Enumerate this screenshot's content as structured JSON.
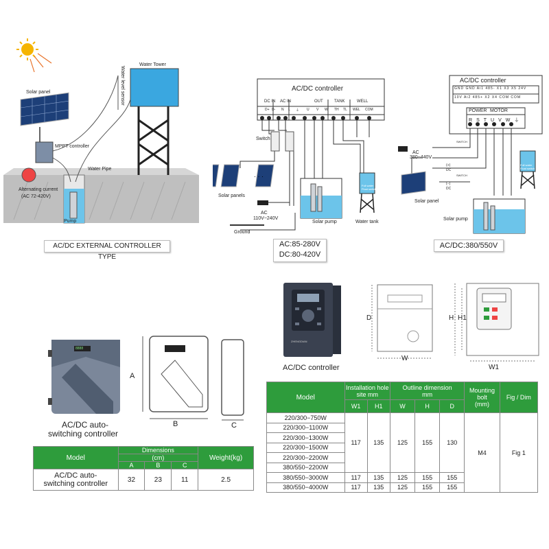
{
  "colors": {
    "table_header": "#2e9c3c",
    "water": "#3aa7e0",
    "controller_dark": "#3a4150"
  },
  "diagram1": {
    "solar_panel": "Solar panel",
    "mppt": "MPPT controller",
    "ac": "Alternating current",
    "ac_range": "(AC 72-420V)",
    "water_tower": "Water Tower",
    "water_level_sensor": "Water level sensor",
    "water_pipe": "Water Pipe",
    "pump": "Pump",
    "caption": "AC/DC EXTERNAL CONTROLLER TYPE"
  },
  "diagram2": {
    "title": "AC/DC controller",
    "groups": [
      "DC IN",
      "AC IN",
      "OUT",
      "TANK",
      "WELL"
    ],
    "terminals": [
      "D+",
      "D-",
      "N",
      "L",
      "⏚",
      "U",
      "V",
      "W",
      "TH",
      "TL",
      "WEL",
      "COM"
    ],
    "switch": "Switch",
    "solar_panels": "Solar panels",
    "ac": "AC",
    "ac_range": "110V~240V",
    "ground": "Ground",
    "solar_pump": "Solar pump",
    "water_tank": "Water tank",
    "full_water": "Full water",
    "float_switch": "Float switch",
    "caption_line1": "AC:85-280V",
    "caption_line2": "DC:80-420V"
  },
  "diagram3": {
    "title": "AC/DC controller",
    "top_row1": [
      "GND",
      "GND",
      "Ai1",
      "485-",
      "X1",
      "X3",
      "X5",
      "24V"
    ],
    "top_row2": [
      "10V",
      "Ai2",
      "485+",
      "X2",
      "X4",
      "COM",
      "COM"
    ],
    "power": "POWER",
    "motor": "MOTOR",
    "terminals": [
      "R",
      "S",
      "T",
      "U",
      "V",
      "W",
      "⏚"
    ],
    "ac": "AC",
    "ac_range": "380~440V",
    "plus_dc": "(+)",
    "dc1": "DC",
    "minus_dc": "(−)",
    "dc2": "DC",
    "switch1": "SWITCH",
    "switch2": "SWITCH",
    "solar_panel": "Solar panel",
    "solar_pump": "Solar pump",
    "full_water": "Full water",
    "float_switch": "Float switch",
    "caption": "AC/DC:380/550V"
  },
  "device_right": {
    "photo_caption": "AC/DC controller",
    "dim_d": "D",
    "dim_w": "W",
    "dim_h": "H",
    "dim_h1": "H1",
    "dim_w1": "W1",
    "brand": "ZHENGDIAN"
  },
  "device_left": {
    "photo_caption_line1": "AC/DC auto-",
    "photo_caption_line2": "switching controller",
    "dim_a": "A",
    "dim_b": "B",
    "dim_c": "C",
    "display_text": "8888"
  },
  "table_left": {
    "h_model": "Model",
    "h_dimensions": "Dimensions",
    "h_cm": "(cm)",
    "h_weight": "Weight(kg)",
    "sub": [
      "A",
      "B",
      "C"
    ],
    "row_model_line1": "AC/DC auto-",
    "row_model_line2": "switching controller",
    "a": "32",
    "b": "23",
    "c": "11",
    "weight": "2.5"
  },
  "table_right": {
    "h_model": "Model",
    "h_install_1": "Installation hole",
    "h_install_2": "site mm",
    "h_outline_1": "Outline dimension",
    "h_outline_2": "mm",
    "h_bolt_1": "Mounting",
    "h_bolt_2": "bolt",
    "h_bolt_3": "(mm)",
    "h_fig": "Fig / Dim",
    "sub": [
      "W1",
      "H1",
      "W",
      "H",
      "D"
    ],
    "models": [
      "220/300−750W",
      "220/300−1100W",
      "220/300−1300W",
      "220/300−1500W",
      "220/300−2200W",
      "380/550−2200W",
      "380/550−3000W",
      "380/550−4000W"
    ],
    "group1": {
      "w1": "117",
      "h1": "135",
      "w": "125",
      "h": "155",
      "d": "130"
    },
    "row7": {
      "w1": "117",
      "h1": "135",
      "w": "125",
      "h": "155",
      "d": "155"
    },
    "row8": {
      "w1": "117",
      "h1": "135",
      "w": "125",
      "h": "155",
      "d": "155"
    },
    "bolt": "M4",
    "fig": "Fig 1"
  }
}
